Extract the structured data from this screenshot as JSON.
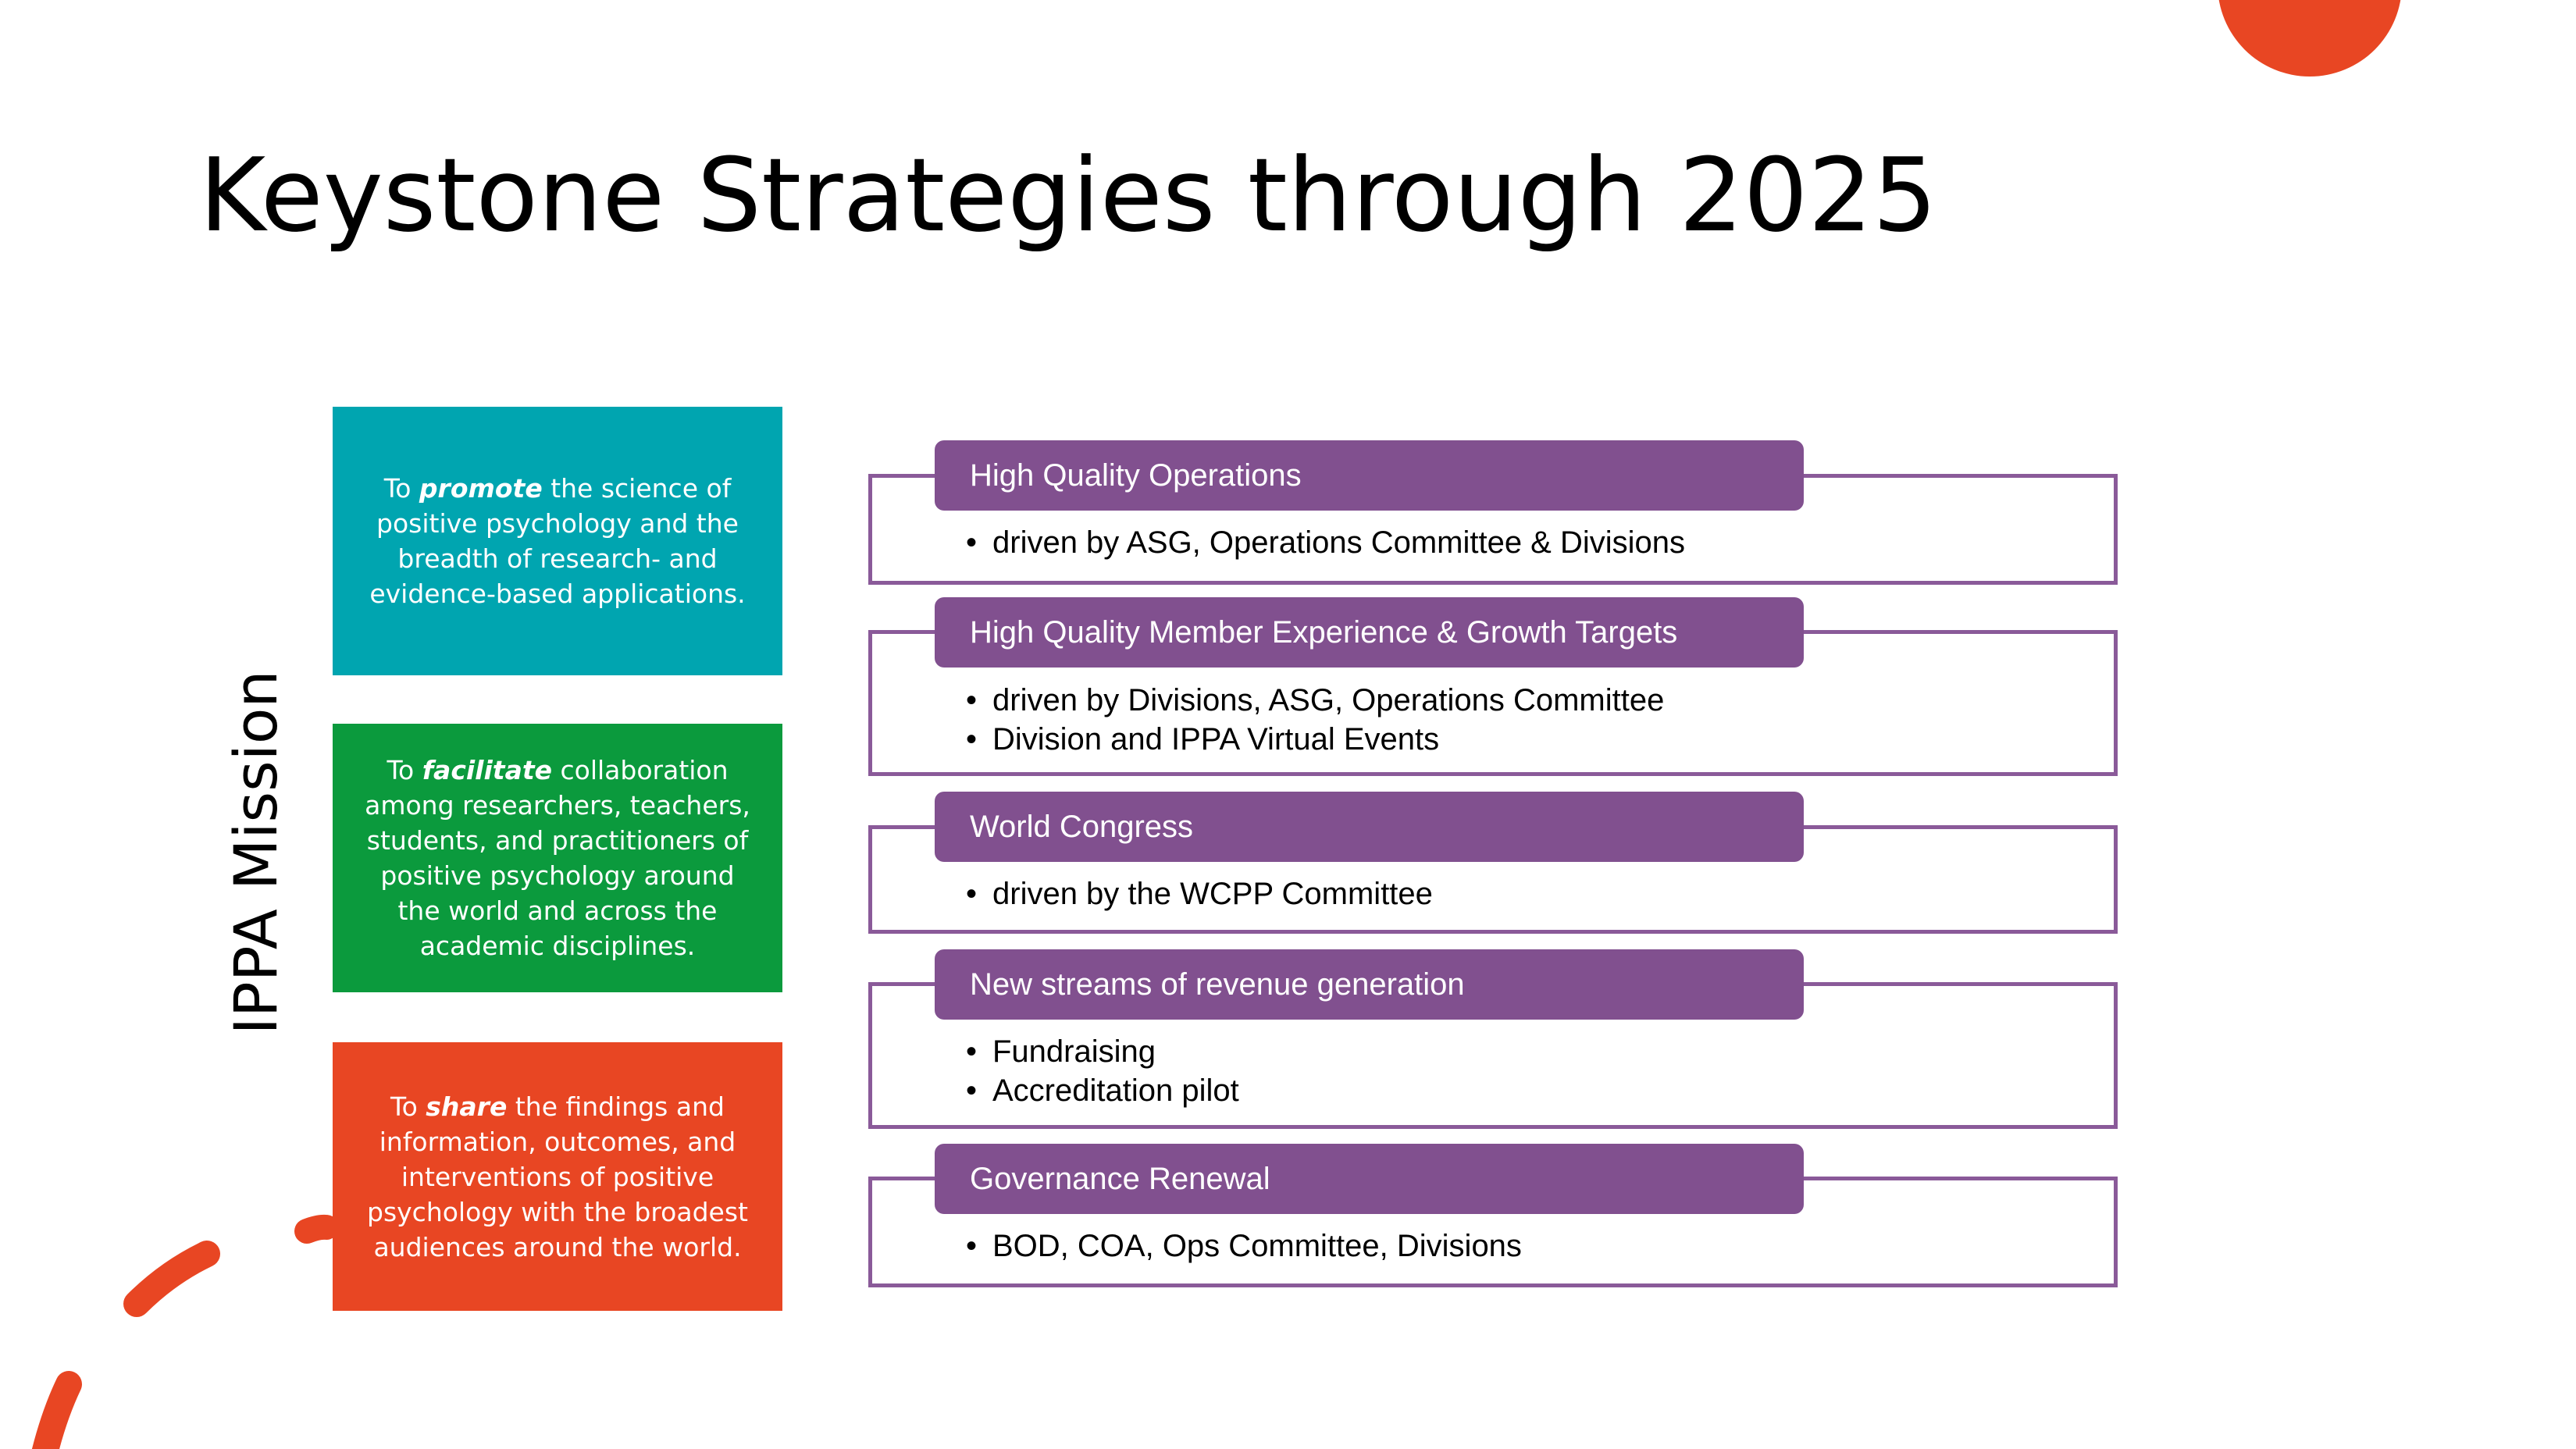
{
  "slide": {
    "title": "Keystone Strategies through 2025"
  },
  "mission": {
    "label": "IPPA Mission",
    "items": [
      {
        "prefix": "To ",
        "emphasis": "promote",
        "text": " the science of positive psychology and the breadth of research- and evidence-based applications.",
        "color": "#00a5b0"
      },
      {
        "prefix": "To ",
        "emphasis": "facilitate",
        "text": " collaboration among researchers, teachers, students, and practitioners of positive psychology around the world and across the academic disciplines.",
        "color": "#0b9a3d"
      },
      {
        "prefix": "To ",
        "emphasis": "share",
        "text": " the findings and information, outcomes, and interventions of positive psychology with the broadest audiences around the world.",
        "color": "#e84623"
      }
    ]
  },
  "strategies": [
    {
      "title": "High Quality Operations",
      "bullets": [
        "driven by ASG, Operations Committee & Divisions"
      ]
    },
    {
      "title": "High Quality Member Experience & Growth Targets",
      "bullets": [
        "driven by Divisions, ASG, Operations Committee",
        "Division and IPPA Virtual Events"
      ]
    },
    {
      "title": "World Congress",
      "bullets": [
        "driven by the WCPP Committee"
      ]
    },
    {
      "title": "New streams of revenue generation",
      "bullets": [
        "Fundraising",
        "Accreditation pilot"
      ]
    },
    {
      "title": "Governance Renewal",
      "bullets": [
        "BOD, COA, Ops Committee, Divisions"
      ]
    }
  ],
  "colors": {
    "accent_orange": "#e84623",
    "strategy_header": "#81508f",
    "strategy_frame": "#8a5a99"
  }
}
